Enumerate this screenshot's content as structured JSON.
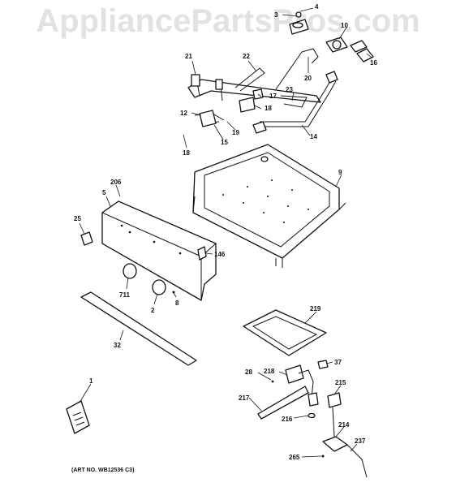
{
  "watermark": "AppliancePartsPros.com",
  "art_number": "(ART NO. WB12536 C3)",
  "callouts": {
    "c1": "1",
    "c2": "2",
    "c3": "3",
    "c4": "4",
    "c5": "5",
    "c8": "8",
    "c9": "9",
    "c10": "10",
    "c12": "12",
    "c14": "14",
    "c15": "15",
    "c16": "16",
    "c17": "17",
    "c18a": "18",
    "c18b": "18",
    "c19": "19",
    "c20": "20",
    "c21": "21",
    "c22": "22",
    "c23": "23",
    "c25": "25",
    "c28": "28",
    "c32": "32",
    "c37": "37",
    "c146": "146",
    "c206": "206",
    "c214": "214",
    "c215": "215",
    "c216": "216",
    "c217": "217",
    "c218": "218",
    "c219": "219",
    "c237": "237",
    "c265": "265",
    "c711": "711"
  }
}
